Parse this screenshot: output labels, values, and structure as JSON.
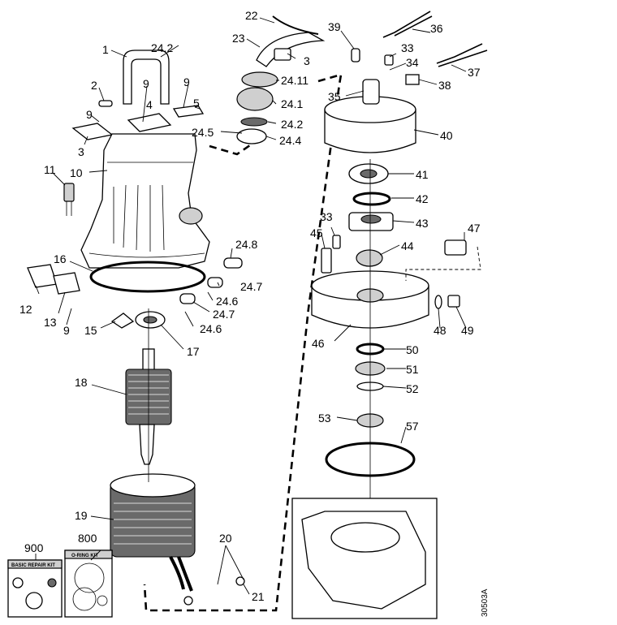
{
  "callouts": {
    "c1": "1",
    "c2": "2",
    "c3a": "3",
    "c3b": "3",
    "c4": "4",
    "c5": "5",
    "c9a": "9",
    "c9b": "9",
    "c9c": "9",
    "c9d": "9",
    "c10": "10",
    "c11": "11",
    "c12": "12",
    "c13": "13",
    "c15": "15",
    "c16": "16",
    "c17": "17",
    "c18": "18",
    "c19": "19",
    "c20": "20",
    "c21": "21",
    "c22": "22",
    "c23": "23",
    "c24_1": "24.1",
    "c24_2a": "24.2",
    "c24_2b": "24.2",
    "c24_4": "24.4",
    "c24_5": "24.5",
    "c24_6a": "24.6",
    "c24_6b": "24.6",
    "c24_7a": "24.7",
    "c24_7b": "24.7",
    "c24_8": "24.8",
    "c24_11": "24.11",
    "c33a": "33",
    "c33b": "33",
    "c34": "34",
    "c35": "35",
    "c36": "36",
    "c37": "37",
    "c38": "38",
    "c39": "39",
    "c40": "40",
    "c41": "41",
    "c42": "42",
    "c43": "43",
    "c44": "44",
    "c45": "45",
    "c46": "46",
    "c47": "47",
    "c48": "48",
    "c49": "49",
    "c50": "50",
    "c51": "51",
    "c52": "52",
    "c53": "53",
    "c57": "57",
    "c800": "800",
    "c900": "900"
  },
  "kits": {
    "basic_repair": {
      "number": "900",
      "title": "BASIC REPAIR KIT"
    },
    "oring": {
      "number": "800",
      "title": "O-RING KIT"
    }
  },
  "drawing_number": "30503A"
}
